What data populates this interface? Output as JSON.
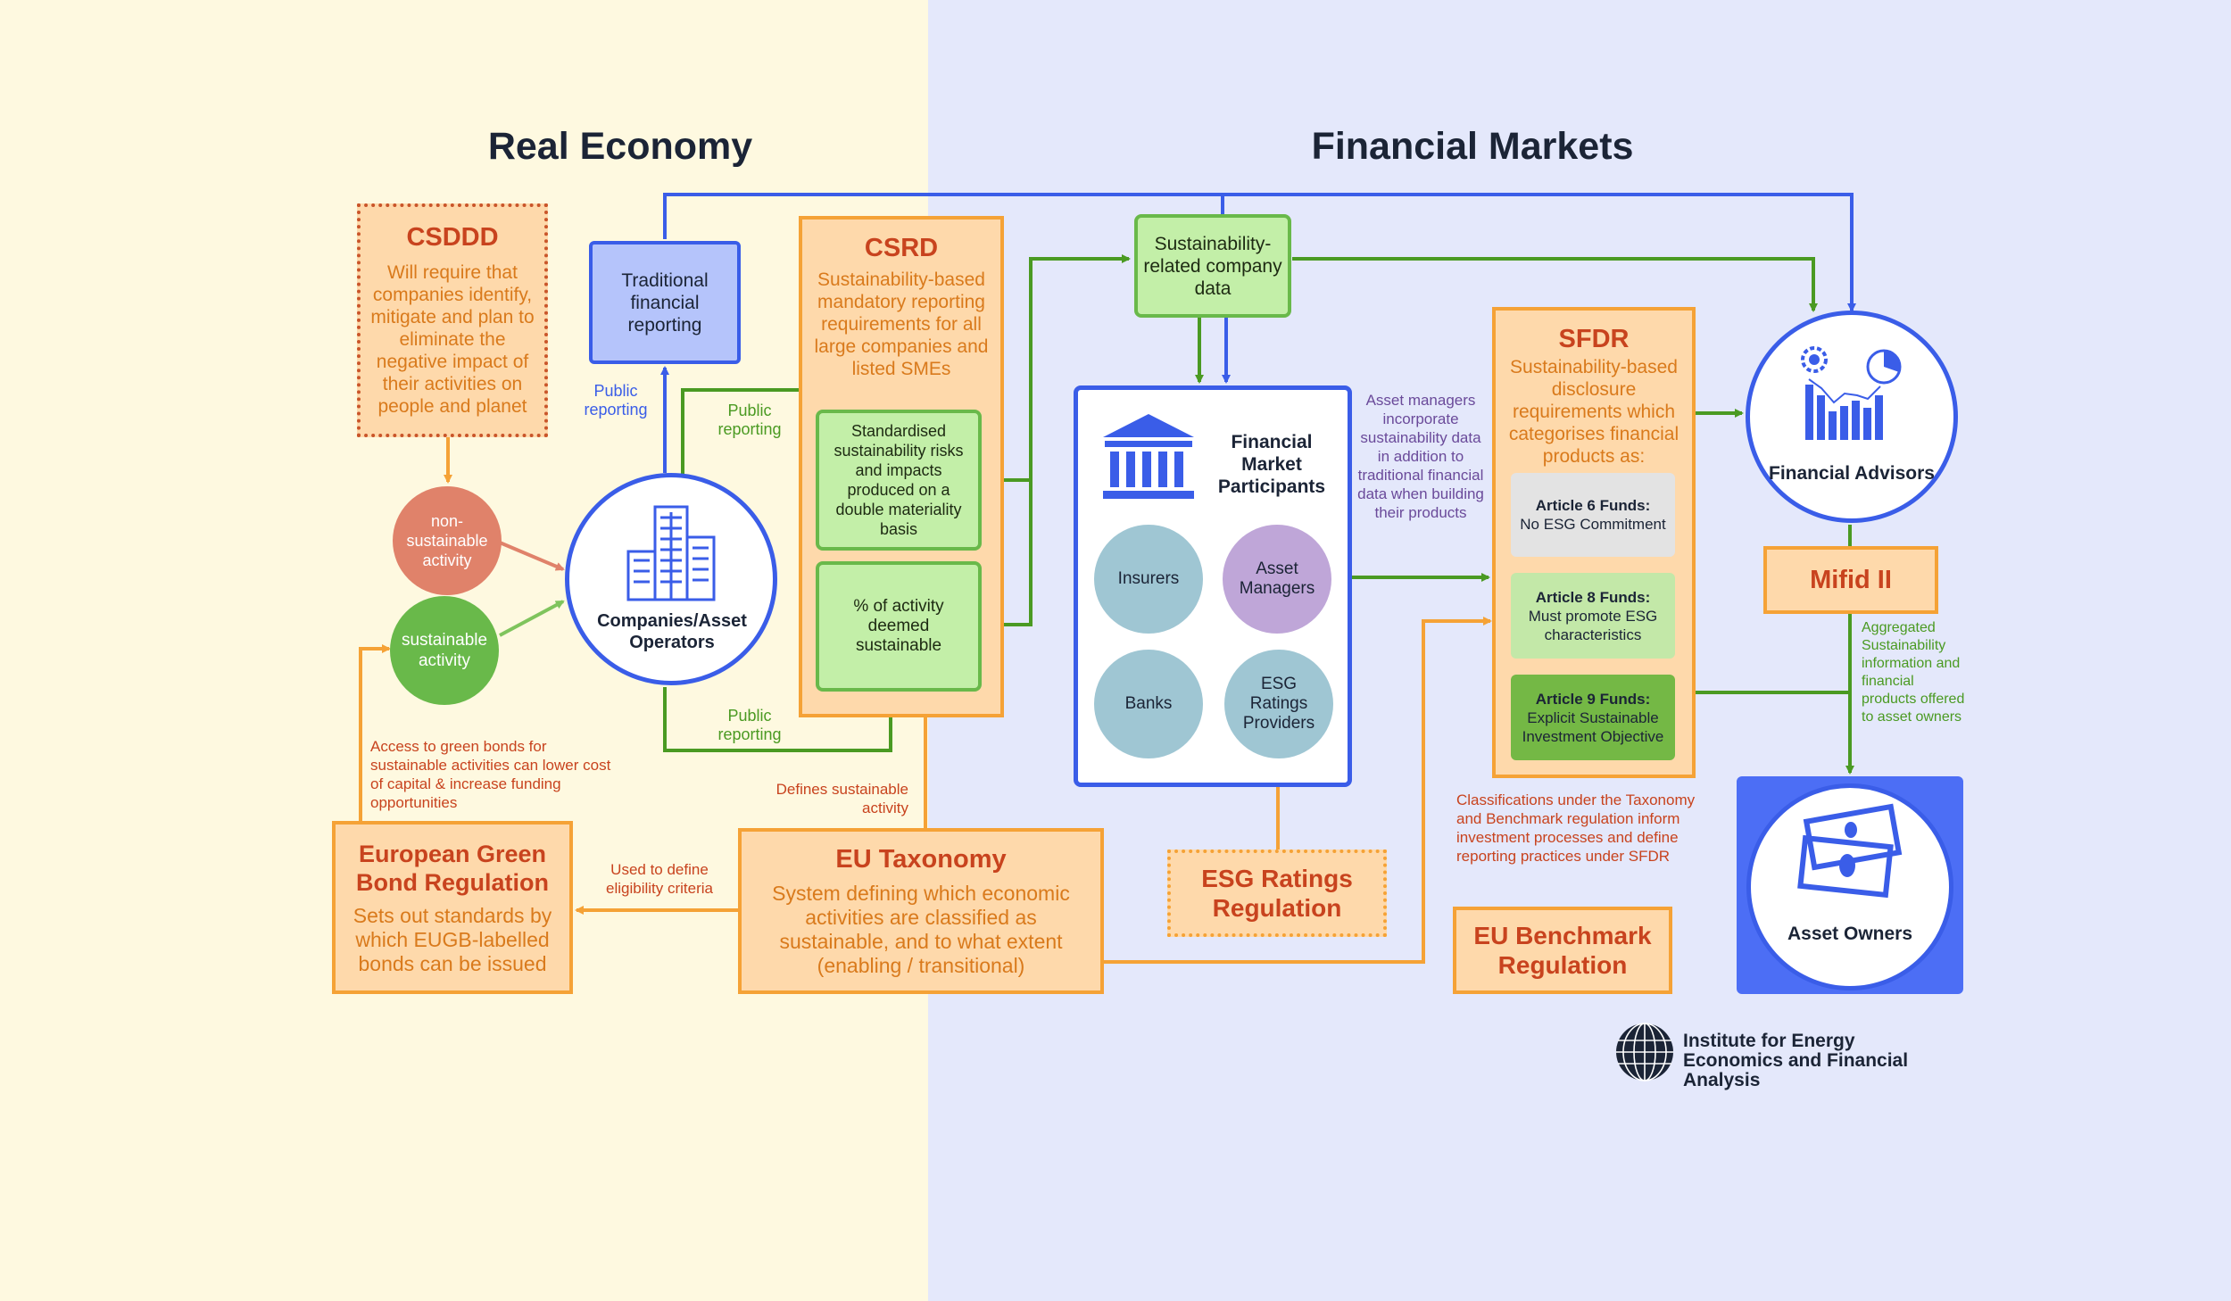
{
  "sections": {
    "left_title": "Real Economy",
    "right_title": "Financial Markets"
  },
  "csddd": {
    "title": "CSDDD",
    "description": "Will require that companies identify, mitigate and plan to eliminate the negative impact of their activities on people and planet"
  },
  "traditional_reporting": {
    "label": "Traditional financial reporting"
  },
  "csrd": {
    "title": "CSRD",
    "description": "Sustainability-based mandatory reporting requirements for all large companies and listed SMEs",
    "standardised": "Standardised sustainability risks and impacts produced on a double materiality basis",
    "activity_pct": "% of activity deemed sustainable"
  },
  "company_data": {
    "label": "Sustainability-related company data"
  },
  "fmp": {
    "title": "Financial Market Participants",
    "insurers": "Insurers",
    "asset_managers": "Asset Managers",
    "banks": "Banks",
    "esg_providers": "ESG Ratings Providers"
  },
  "activities": {
    "non_sustainable": "non-sustainable activity",
    "sustainable": "sustainable activity"
  },
  "companies": {
    "label": "Companies/Asset Operators"
  },
  "sfdr": {
    "title": "SFDR",
    "description": "Sustainability-based disclosure requirements which categorises financial products as:",
    "art6_title": "Article 6 Funds:",
    "art6_desc": "No ESG Commitment",
    "art8_title": "Article 8 Funds:",
    "art8_desc": "Must promote ESG characteristics",
    "art9_title": "Article 9 Funds:",
    "art9_desc": "Explicit Sustainable Investment Objective"
  },
  "financial_advisors": {
    "label": "Financial Advisors"
  },
  "mifid": {
    "title": "Mifid II"
  },
  "asset_owners": {
    "label": "Asset Owners"
  },
  "eugb": {
    "title": "European Green Bond Regulation",
    "description": "Sets out standards by which EUGB-labelled bonds can be issued"
  },
  "taxonomy": {
    "title": "EU Taxonomy",
    "description": "System defining which economic activities are classified as sustainable, and to what extent (enabling / transitional)"
  },
  "esg_reg": {
    "title": "ESG Ratings Regulation"
  },
  "benchmark": {
    "title": "EU Benchmark Regulation"
  },
  "annotations": {
    "public_reporting_blue": "Public reporting",
    "public_reporting_green_top": "Public reporting",
    "public_reporting_green_bottom": "Public reporting",
    "asset_managers_note": "Asset managers incorporate sustainability data in addition to traditional financial data when building their products",
    "green_bonds_note": "Access to green bonds for sustainable activities can lower cost of capital & increase funding opportunities",
    "defines_sustainable": "Defines sustainable activity",
    "eligibility": "Used to define eligibility criteria",
    "classifications_note": "Classifications under the Taxonomy and Benchmark regulation inform investment processes and define reporting practices under SFDR",
    "aggregated_note": "Aggregated Sustainability information and financial products offered to asset owners"
  },
  "footer": {
    "org": "Institute for Energy Economics and Financial Analysis"
  },
  "colors": {
    "blue": "#3a5de8",
    "green": "#4a9a22",
    "orange": "#f5a236",
    "salmon": "#e0826a"
  }
}
